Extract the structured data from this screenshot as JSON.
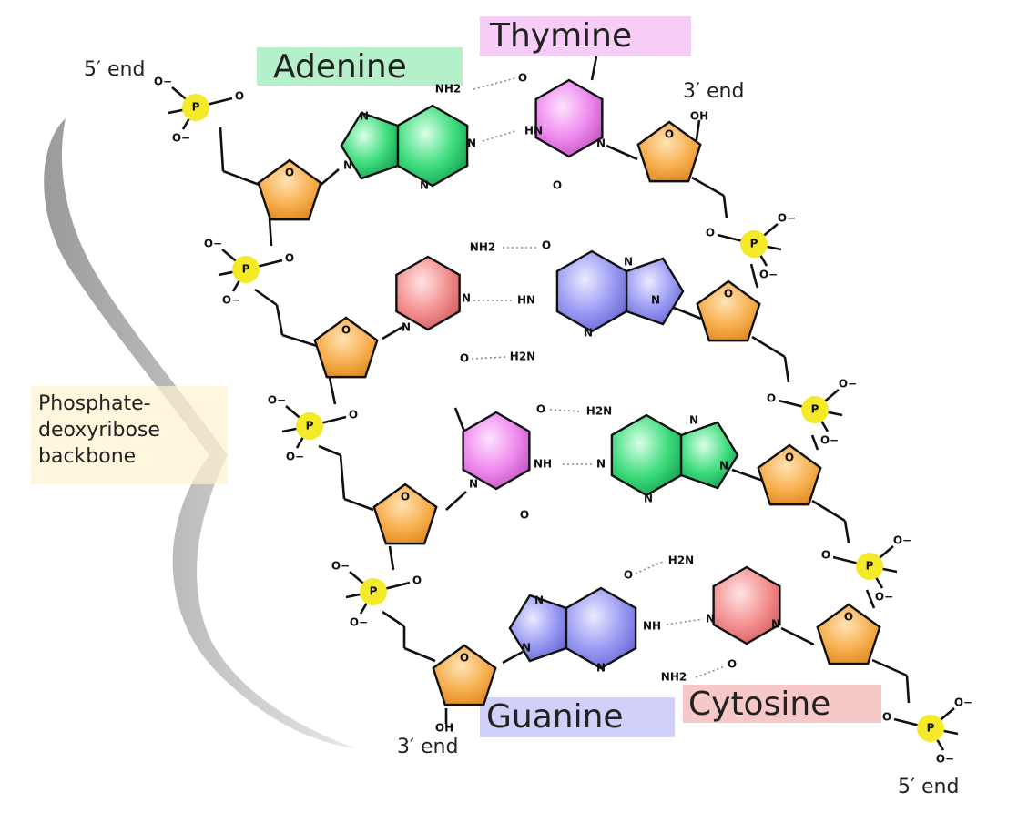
{
  "labels": {
    "adenine": "Adenine",
    "thymine": "Thymine",
    "guanine": "Guanine",
    "cytosine": "Cytosine",
    "five_end_top": "5′ end",
    "three_end_top": "3′ end",
    "three_end_bottom": "3′ end",
    "five_end_bottom": "5′ end",
    "backbone_line1": "Phosphate-",
    "backbone_line2": "deoxyribose",
    "backbone_line3": "backbone"
  },
  "atoms": {
    "N": "N",
    "O": "O",
    "P": "P",
    "NH": "NH",
    "HN": "HN",
    "NH2": "NH2",
    "H2N": "H2N",
    "OH": "OH",
    "O_minus": "O−"
  },
  "colors": {
    "adenine": "#2ecc71",
    "thymine": "#ee82ee",
    "guanine": "#8c8cf0",
    "cytosine": "#f08080",
    "sugar": "#f5a33c",
    "phosphate": "#f4ea2a",
    "backbone_label": "#f6e27a"
  },
  "pairs": [
    {
      "left": "adenine",
      "right": "thymine"
    },
    {
      "left": "cytosine",
      "right": "guanine"
    },
    {
      "left": "thymine",
      "right": "adenine"
    },
    {
      "left": "guanine",
      "right": "cytosine"
    }
  ]
}
